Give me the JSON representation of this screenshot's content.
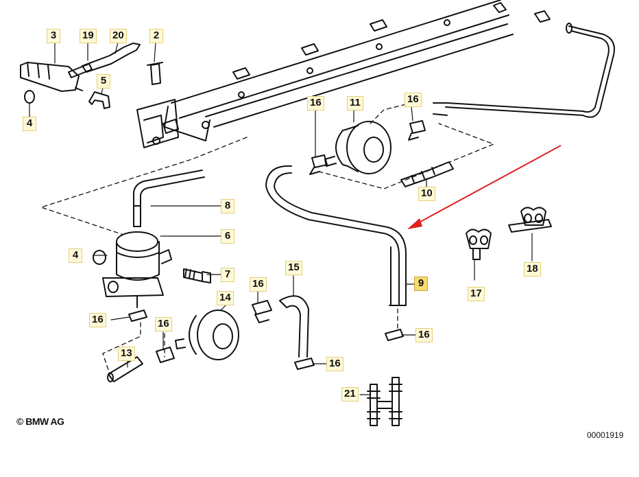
{
  "copyright": "© BMW AG",
  "diagram_number": "00001919",
  "highlight_color": "#f6dc6e",
  "arrow_color": "#e02020",
  "callouts": {
    "p3": "3",
    "p19": "19",
    "p20": "20",
    "p2": "2",
    "p5": "5",
    "p4a": "4",
    "p16a": "16",
    "p11": "11",
    "p16b": "16",
    "p10": "10",
    "p8": "8",
    "p6": "6",
    "p4b": "4",
    "p7": "7",
    "p16c": "16",
    "p16d": "16",
    "p14": "14",
    "p13": "13",
    "p16e": "16",
    "p15": "15",
    "p16f": "16",
    "p9": "9",
    "p16g": "16",
    "p21": "21",
    "p17": "17",
    "p18": "18"
  }
}
